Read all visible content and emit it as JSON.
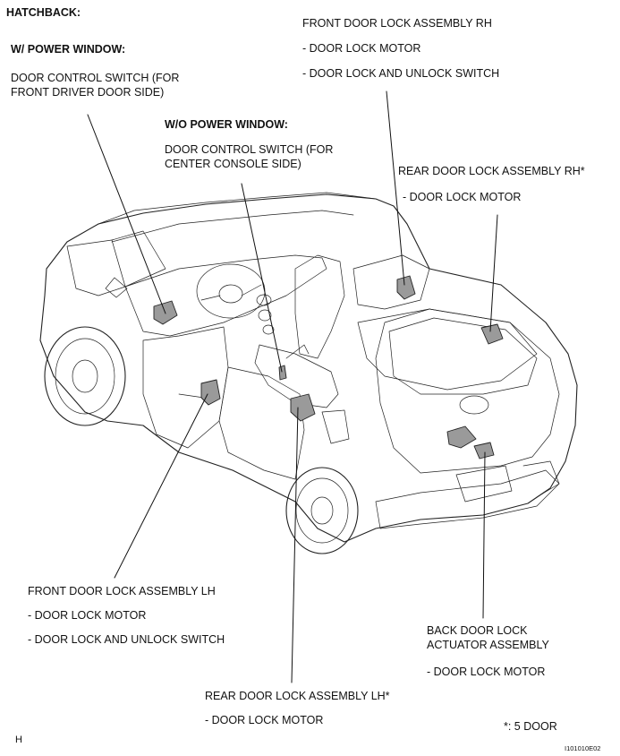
{
  "header": {
    "title": "HATCHBACK:"
  },
  "labels": {
    "w_power_window": "W/ POWER WINDOW:",
    "door_control_front_l1": "DOOR CONTROL SWITCH (FOR",
    "door_control_front_l2": "FRONT DRIVER DOOR SIDE)",
    "wo_power_window": "W/O POWER WINDOW:",
    "door_control_center_l1": "DOOR CONTROL SWITCH (FOR",
    "door_control_center_l2": "CENTER CONSOLE SIDE)",
    "front_rh_title": "FRONT DOOR LOCK ASSEMBLY RH",
    "front_rh_item1": "- DOOR LOCK MOTOR",
    "front_rh_item2": "- DOOR LOCK AND UNLOCK SWITCH",
    "rear_rh_title": "REAR DOOR LOCK ASSEMBLY RH*",
    "rear_rh_item1": "- DOOR LOCK MOTOR",
    "front_lh_title": "FRONT DOOR LOCK ASSEMBLY LH",
    "front_lh_item1": "- DOOR LOCK MOTOR",
    "front_lh_item2": "- DOOR LOCK AND UNLOCK SWITCH",
    "back_door_l1": "BACK DOOR  LOCK",
    "back_door_l2": "ACTUATOR ASSEMBLY",
    "back_door_item1": "- DOOR LOCK MOTOR",
    "rear_lh_title": "REAR DOOR LOCK ASSEMBLY LH*",
    "rear_lh_item1": "- DOOR LOCK MOTOR",
    "footnote": "*: 5 DOOR",
    "corner_mark": "H",
    "figure_code": "I101010E02"
  }
}
